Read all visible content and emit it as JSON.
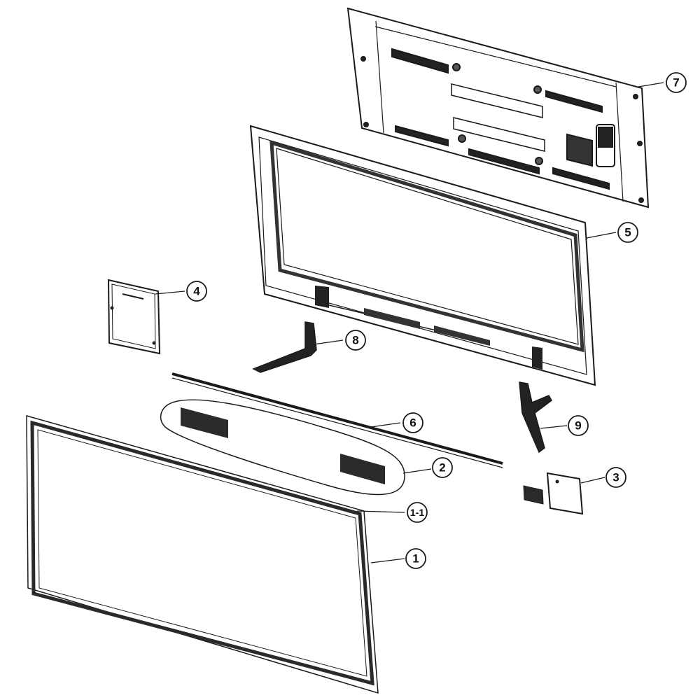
{
  "callouts": {
    "c7": "7",
    "c5": "5",
    "c4": "4",
    "c8": "8",
    "c6": "6",
    "c9": "9",
    "c2": "2",
    "c3": "3",
    "c1_1": "1-1",
    "c1": "1"
  },
  "colors": {
    "line": "#1a1a1a",
    "dark": "#222222",
    "gray": "#888888"
  }
}
